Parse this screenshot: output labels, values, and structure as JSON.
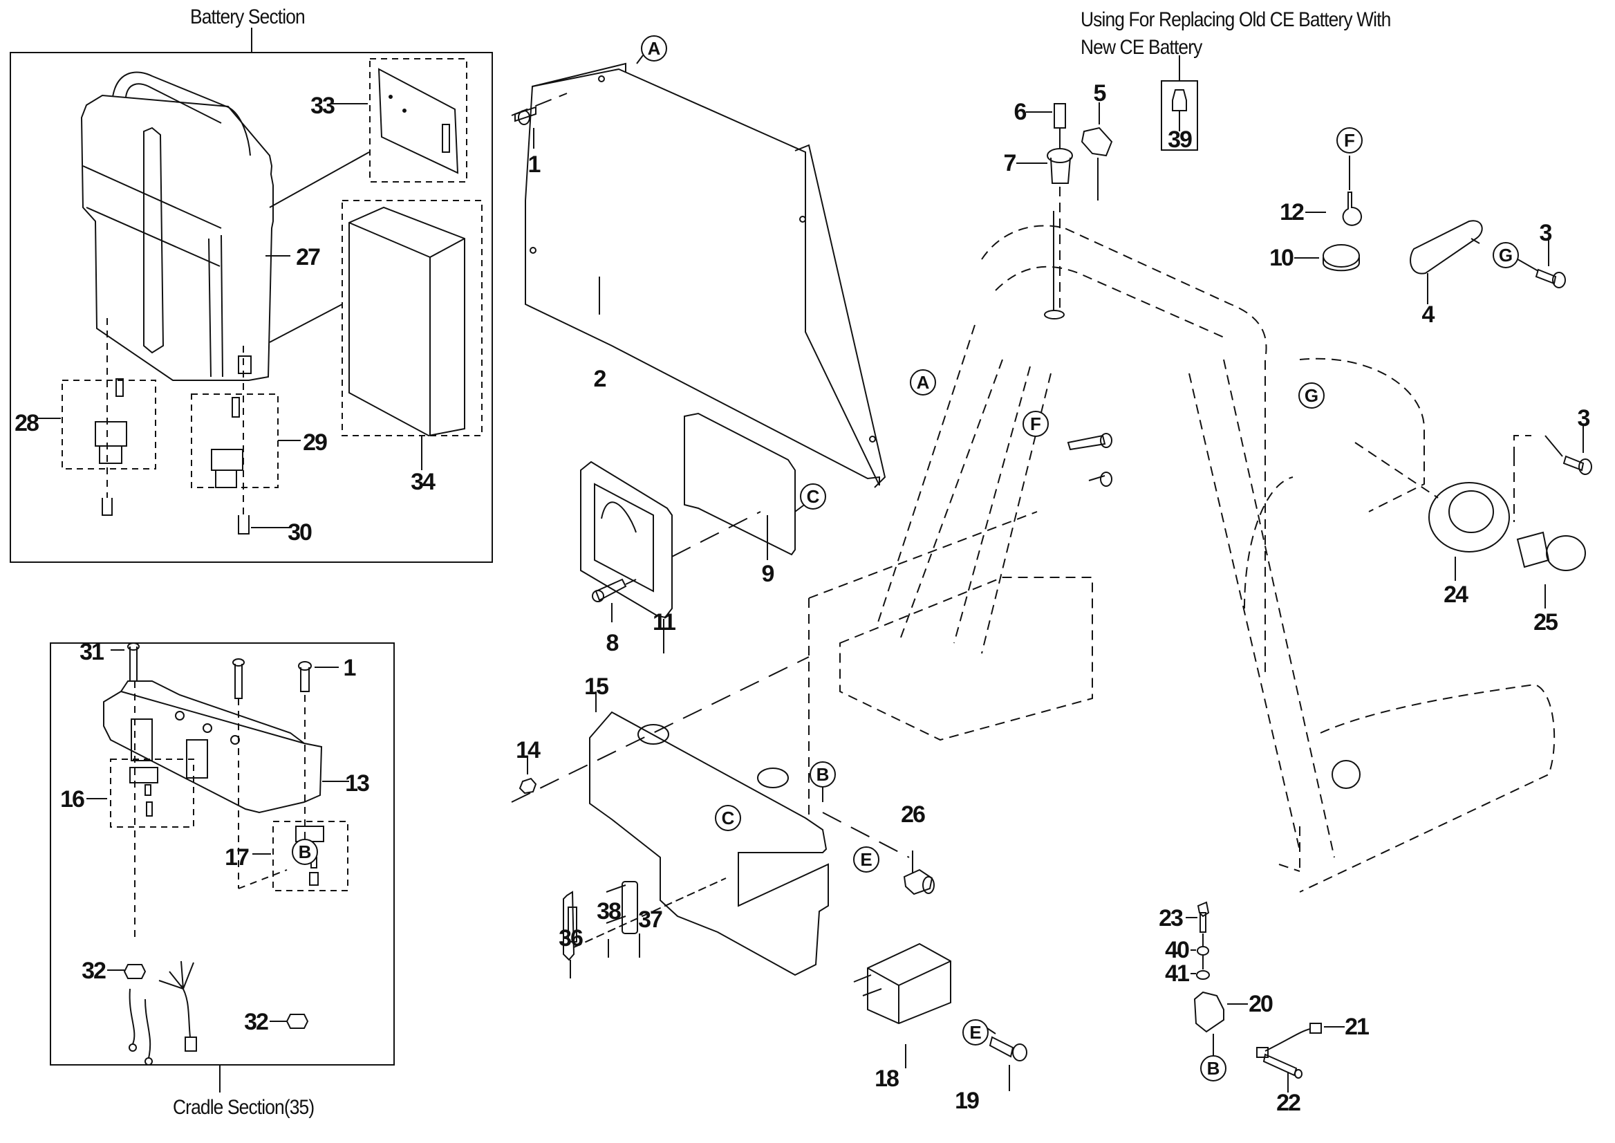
{
  "diagram": {
    "type": "exploded-parts-diagram",
    "sections": {
      "battery_section": {
        "title": "Battery Section",
        "parts": [
          "27",
          "28",
          "29",
          "30",
          "33",
          "34"
        ]
      },
      "cradle_section": {
        "title": "Cradle Section(35)",
        "parts": [
          "31",
          "1",
          "13",
          "16",
          "17",
          "32",
          "32"
        ]
      },
      "ce_note": {
        "title_line1": "Using For Replacing Old CE Battery With",
        "title_line2": "New CE Battery",
        "parts": [
          "39"
        ]
      }
    },
    "callouts": [
      {
        "id": "c27",
        "text": "27"
      },
      {
        "id": "c28",
        "text": "28"
      },
      {
        "id": "c29",
        "text": "29"
      },
      {
        "id": "c30",
        "text": "30"
      },
      {
        "id": "c33",
        "text": "33"
      },
      {
        "id": "c34",
        "text": "34"
      },
      {
        "id": "c31",
        "text": "31"
      },
      {
        "id": "c1b",
        "text": "1"
      },
      {
        "id": "c13",
        "text": "13"
      },
      {
        "id": "c16",
        "text": "16"
      },
      {
        "id": "c17",
        "text": "17"
      },
      {
        "id": "c32a",
        "text": "32"
      },
      {
        "id": "c32b",
        "text": "32"
      },
      {
        "id": "c1a",
        "text": "1"
      },
      {
        "id": "c2",
        "text": "2"
      },
      {
        "id": "c9",
        "text": "9"
      },
      {
        "id": "c11",
        "text": "11"
      },
      {
        "id": "c8",
        "text": "8"
      },
      {
        "id": "c15",
        "text": "15"
      },
      {
        "id": "c14",
        "text": "14"
      },
      {
        "id": "c26",
        "text": "26"
      },
      {
        "id": "c36",
        "text": "36"
      },
      {
        "id": "c38",
        "text": "38"
      },
      {
        "id": "c37",
        "text": "37"
      },
      {
        "id": "c18",
        "text": "18"
      },
      {
        "id": "c19",
        "text": "19"
      },
      {
        "id": "c6",
        "text": "6"
      },
      {
        "id": "c5",
        "text": "5"
      },
      {
        "id": "c7",
        "text": "7"
      },
      {
        "id": "c39",
        "text": "39"
      },
      {
        "id": "c12",
        "text": "12"
      },
      {
        "id": "c10",
        "text": "10"
      },
      {
        "id": "c4",
        "text": "4"
      },
      {
        "id": "c3a",
        "text": "3"
      },
      {
        "id": "c3b",
        "text": "3"
      },
      {
        "id": "c24",
        "text": "24"
      },
      {
        "id": "c25",
        "text": "25"
      },
      {
        "id": "c23",
        "text": "23"
      },
      {
        "id": "c40",
        "text": "40"
      },
      {
        "id": "c41",
        "text": "41"
      },
      {
        "id": "c20",
        "text": "20"
      },
      {
        "id": "c21",
        "text": "21"
      },
      {
        "id": "c22",
        "text": "22"
      }
    ],
    "reference_markers": [
      {
        "id": "rA1",
        "letter": "A"
      },
      {
        "id": "rA2",
        "letter": "A"
      },
      {
        "id": "rB1",
        "letter": "B"
      },
      {
        "id": "rB2",
        "letter": "B"
      },
      {
        "id": "rB3",
        "letter": "B"
      },
      {
        "id": "rC1",
        "letter": "C"
      },
      {
        "id": "rC2",
        "letter": "C"
      },
      {
        "id": "rE1",
        "letter": "E"
      },
      {
        "id": "rE2",
        "letter": "E"
      },
      {
        "id": "rF1",
        "letter": "F"
      },
      {
        "id": "rF2",
        "letter": "F"
      },
      {
        "id": "rG1",
        "letter": "G"
      },
      {
        "id": "rG2",
        "letter": "G"
      }
    ]
  }
}
